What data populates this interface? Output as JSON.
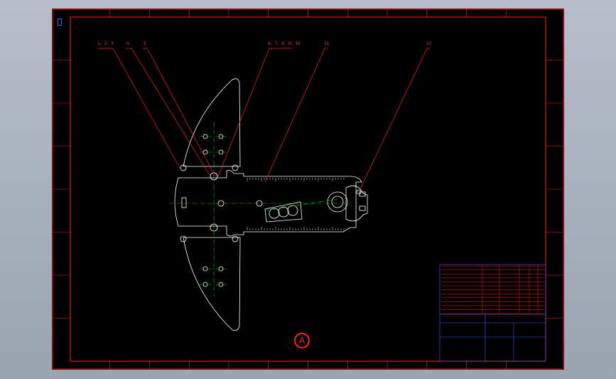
{
  "drawing": {
    "sheet_tag": "",
    "section_mark": "A",
    "balloons": [
      "1、2、3",
      "4",
      "5",
      "6、7、8、9、10",
      "11",
      "12"
    ],
    "notes_title": "",
    "notes": [
      "",
      ""
    ]
  },
  "colors": {
    "background": "#000000",
    "border": "#ff2020",
    "outline": "#ffffff",
    "centerline": "#00dd00",
    "leader": "#ff2020",
    "titleblock": "#4a5cff"
  }
}
